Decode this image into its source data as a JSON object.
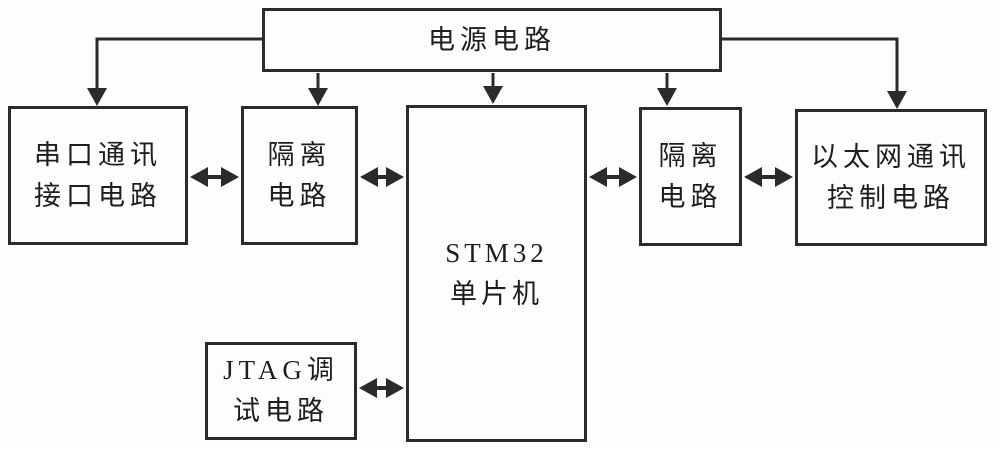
{
  "diagram": {
    "type": "block-diagram",
    "colors": {
      "line": "#2b2b2b",
      "background": "#fdfdfd",
      "box_fill": "#fdfdfd",
      "text": "#1e1e1e"
    },
    "boxes": {
      "power": {
        "lines": [
          "电源电路"
        ]
      },
      "serial": {
        "lines": [
          "串口通讯",
          "接口电路"
        ]
      },
      "isolation_left": {
        "lines": [
          "隔离",
          "电路"
        ]
      },
      "stm32": {
        "lines": [
          "STM32",
          "单片机"
        ]
      },
      "isolation_right": {
        "lines": [
          "隔离",
          "电路"
        ]
      },
      "ethernet": {
        "lines": [
          "以太网通讯",
          "控制电路"
        ]
      },
      "jtag": {
        "lines": [
          "JTAG调",
          "试电路"
        ]
      }
    },
    "connections": [
      {
        "from": "power",
        "to": "serial",
        "style": "arrow-down"
      },
      {
        "from": "power",
        "to": "isolation_left",
        "style": "arrow-down"
      },
      {
        "from": "power",
        "to": "stm32",
        "style": "arrow-down"
      },
      {
        "from": "power",
        "to": "isolation_right",
        "style": "arrow-down"
      },
      {
        "from": "power",
        "to": "ethernet",
        "style": "arrow-down"
      },
      {
        "from": "serial",
        "to": "isolation_left",
        "style": "double-arrow"
      },
      {
        "from": "isolation_left",
        "to": "stm32",
        "style": "double-arrow"
      },
      {
        "from": "stm32",
        "to": "isolation_right",
        "style": "double-arrow"
      },
      {
        "from": "isolation_right",
        "to": "ethernet",
        "style": "double-arrow"
      },
      {
        "from": "jtag",
        "to": "stm32",
        "style": "double-arrow"
      }
    ]
  }
}
